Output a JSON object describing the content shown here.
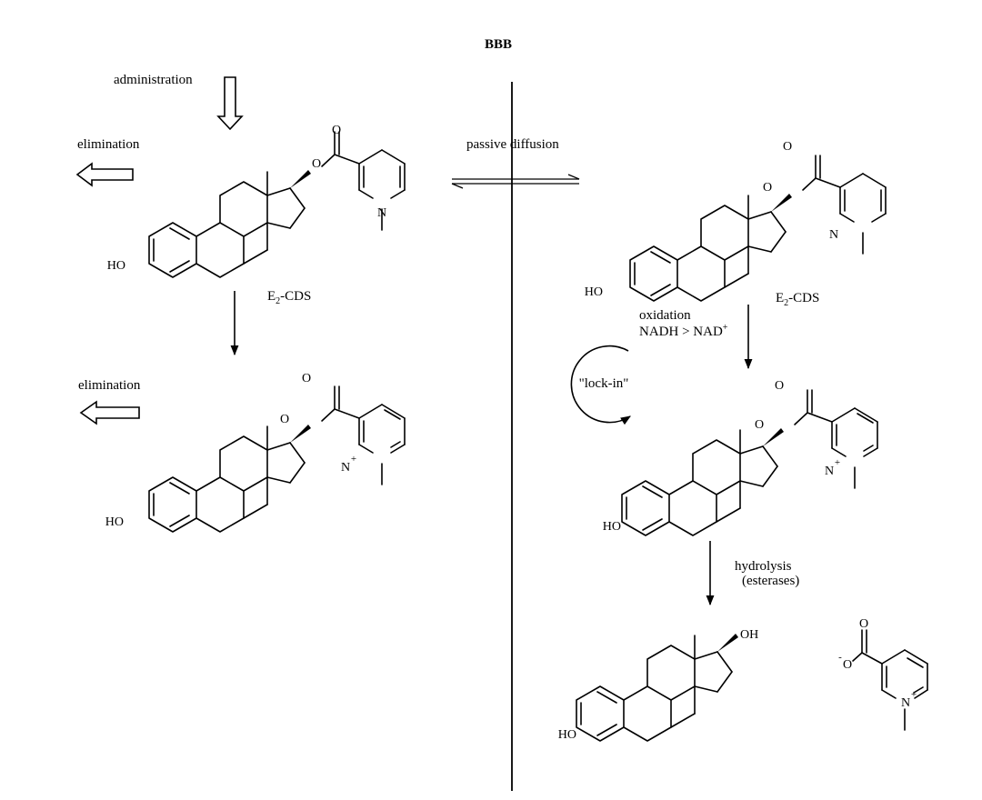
{
  "barrier_label": "BBB",
  "labels": {
    "administration": "administration",
    "elimination_top": "elimination",
    "elimination_bottom": "elimination",
    "passive_diffusion": "passive diffusion",
    "e2cds_left_main": "E",
    "e2cds_left_sub": "2",
    "e2cds_left_rest": "-CDS",
    "e2cds_right_main": "E",
    "e2cds_right_sub": "2",
    "e2cds_right_rest": "-CDS",
    "oxidation": "oxidation",
    "nadh": "NADH > NAD",
    "nad_plus": "+",
    "lock_in": "\"lock-in\"",
    "hydrolysis": "hydrolysis",
    "esterases": "(esterases)"
  },
  "atoms": {
    "ho": "HO",
    "o": "O",
    "n": "N",
    "oh": "OH",
    "plus": "+",
    "minus": "-"
  },
  "molecules": [
    {
      "name": "e2-cds-left-periphery",
      "ring": "dihydro"
    },
    {
      "name": "e2-cds-right-brain",
      "ring": "dihydro"
    },
    {
      "name": "e2-q-left-periphery",
      "ring": "pyridinium"
    },
    {
      "name": "e2-q-right-brain",
      "ring": "pyridinium"
    },
    {
      "name": "estradiol-product",
      "ring": "none"
    }
  ]
}
